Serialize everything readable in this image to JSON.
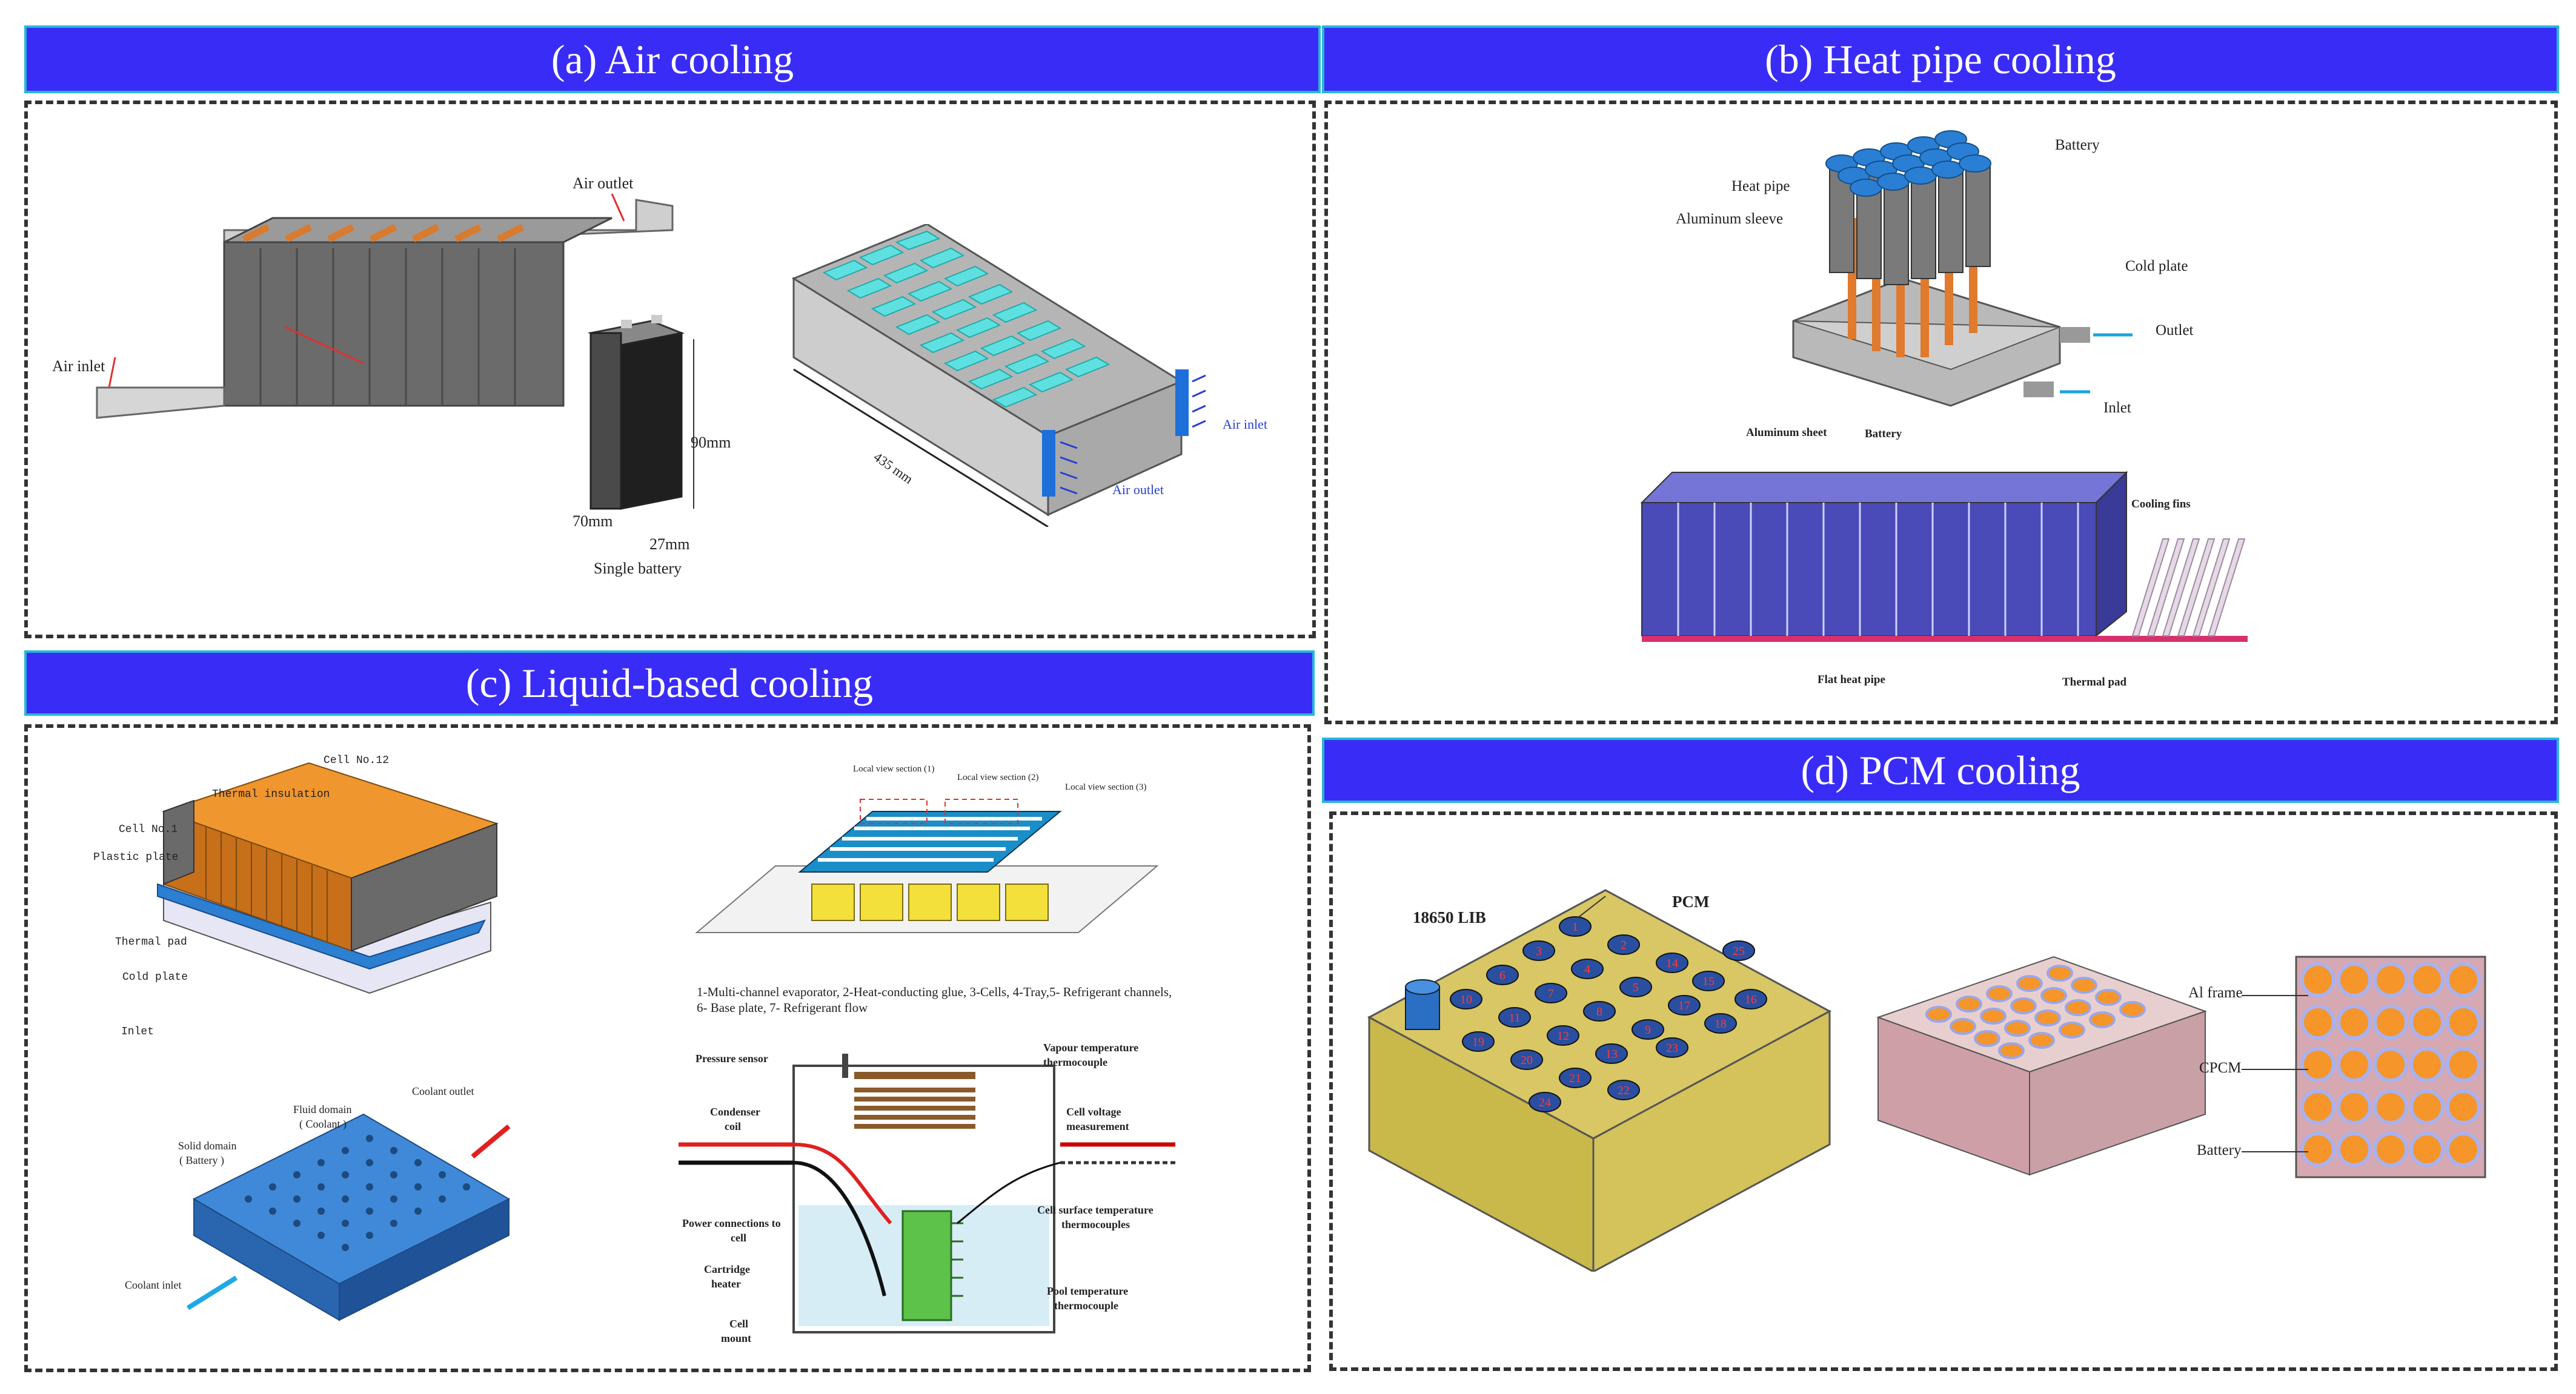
{
  "panels": {
    "a": {
      "title": "(a) Air cooling",
      "labels": {
        "air_outlet": "Air outlet",
        "air_inlet": "Air inlet",
        "dim_90": "90mm",
        "dim_70": "70mm",
        "dim_27": "27mm",
        "single_battery": "Single battery",
        "len_435": "435 mm",
        "air_inlet_right": "Air inlet",
        "air_outlet_right": "Air outlet"
      }
    },
    "b": {
      "title": "(b) Heat pipe cooling",
      "labels": {
        "battery": "Battery",
        "heat_pipe": "Heat pipe",
        "aluminum_sleeve": "Aluminum sleeve",
        "cold_plate": "Cold plate",
        "outlet": "Outlet",
        "inlet": "Inlet",
        "aluminum_sheet": "Aluminum sheet",
        "battery2": "Battery",
        "cooling_fins": "Cooling fins",
        "flat_heat_pipe": "Flat heat pipe",
        "thermal_pad": "Thermal pad"
      }
    },
    "c": {
      "title": "(c) Liquid-based cooling",
      "labels": {
        "cell_12": "Cell No.12",
        "thermal_insulation": "Thermal insulation",
        "cell_1": "Cell No.1",
        "plastic_plate": "Plastic plate",
        "thermal_pad": "Thermal pad",
        "cold_plate": "Cold plate",
        "inlet": "Inlet",
        "local_view_1": "Local view section (1)",
        "local_view_2": "Local view section (2)",
        "local_view_3": "Local view section (3)",
        "caption_1": "1-Multi-channel evaporator, 2-Heat-conducting glue, 3-Cells, 4-Tray,5- Refrigerant channels,",
        "caption_2": "6- Base plate, 7- Refrigerant flow",
        "coolant_outlet": "Coolant outlet",
        "fluid_domain": "Fluid domain",
        "fluid_domain_sub": "( Coolant )",
        "solid_domain": "Solid domain",
        "solid_domain_sub": "( Battery )",
        "coolant_inlet": "Coolant inlet",
        "pressure_sensor": "Pressure sensor",
        "vapour_temp": "Vapour temperature",
        "vapour_temp_2": "thermocouple",
        "condenser": "Condenser",
        "condenser_2": "coil",
        "cell_voltage": "Cell voltage",
        "cell_voltage_2": "measurement",
        "power_conn": "Power connections to",
        "power_conn_2": "cell",
        "cell_surface": "Cell surface temperature",
        "cell_surface_2": "thermocouples",
        "cartridge": "Cartridge",
        "cartridge_2": "heater",
        "pool_temp": "Pool temperature",
        "pool_temp_2": "thermocouple",
        "cell_mount": "Cell",
        "cell_mount_2": "mount"
      }
    },
    "d": {
      "title": "(d) PCM cooling",
      "labels": {
        "lib": "18650 LIB",
        "pcm": "PCM",
        "al_frame": "Al frame",
        "cpcm": "CPCM",
        "battery": "Battery"
      },
      "cell_numbers": [
        "1",
        "2",
        "3",
        "4",
        "5",
        "6",
        "7",
        "8",
        "9",
        "10",
        "11",
        "12",
        "13",
        "14",
        "15",
        "16",
        "17",
        "18",
        "19",
        "20",
        "21",
        "22",
        "23",
        "24",
        "25"
      ]
    }
  },
  "colors": {
    "banner_fill": "#3a2cf7",
    "banner_border": "#27b7d6",
    "copper": "#e07a2c",
    "cyan": "#5ee0e0",
    "battery_blue": "#4a4ab8",
    "pcm_yellow": "#c9b84a"
  }
}
